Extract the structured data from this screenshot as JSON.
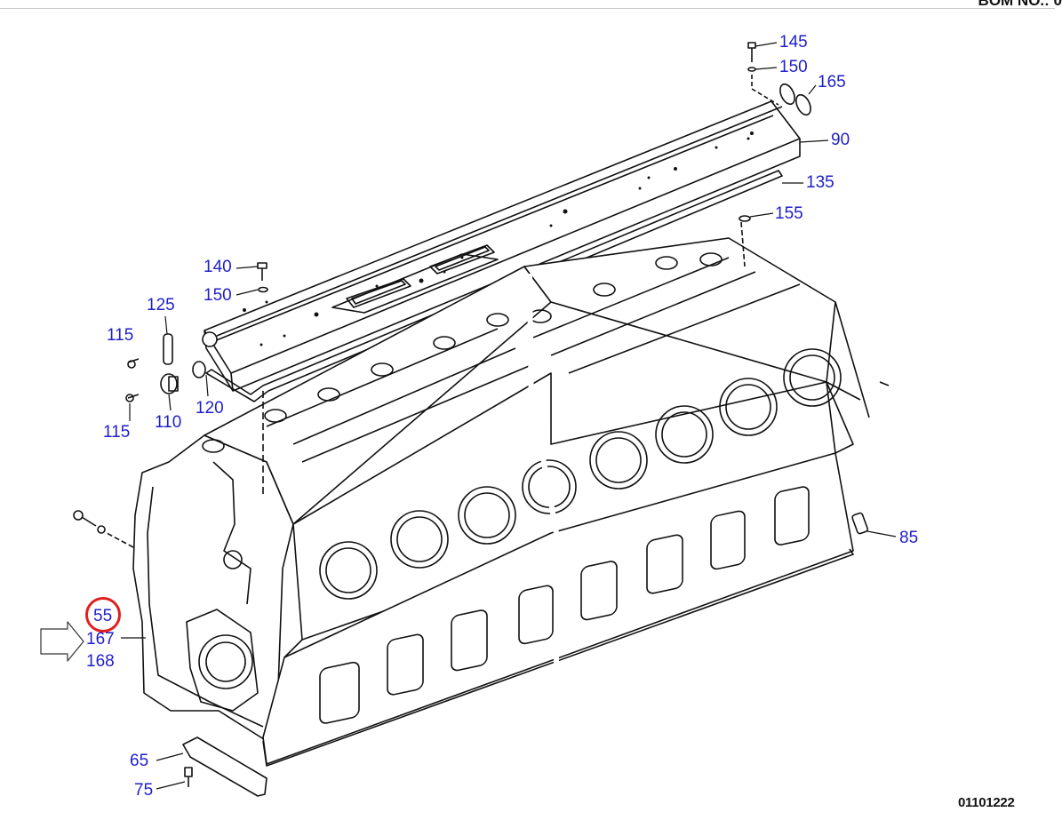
{
  "header": {
    "bom_label": "BOM NO.:  0"
  },
  "drawing_number": "01101222",
  "colors": {
    "callout": "#1f1fc8",
    "highlight": "#e02020",
    "line": "#111111"
  },
  "highlighted_callout": "55",
  "callouts": [
    {
      "id": "145",
      "text": "145"
    },
    {
      "id": "150a",
      "text": "150"
    },
    {
      "id": "165",
      "text": "165"
    },
    {
      "id": "90",
      "text": "90"
    },
    {
      "id": "135",
      "text": "135"
    },
    {
      "id": "155",
      "text": "155"
    },
    {
      "id": "140",
      "text": "140"
    },
    {
      "id": "150b",
      "text": "150"
    },
    {
      "id": "125",
      "text": "125"
    },
    {
      "id": "115a",
      "text": "115"
    },
    {
      "id": "115b",
      "text": "115"
    },
    {
      "id": "110",
      "text": "110"
    },
    {
      "id": "120",
      "text": "120"
    },
    {
      "id": "85",
      "text": "85"
    },
    {
      "id": "55",
      "text": "55"
    },
    {
      "id": "167",
      "text": "167"
    },
    {
      "id": "168",
      "text": "168"
    },
    {
      "id": "65",
      "text": "65"
    },
    {
      "id": "75",
      "text": "75"
    }
  ]
}
